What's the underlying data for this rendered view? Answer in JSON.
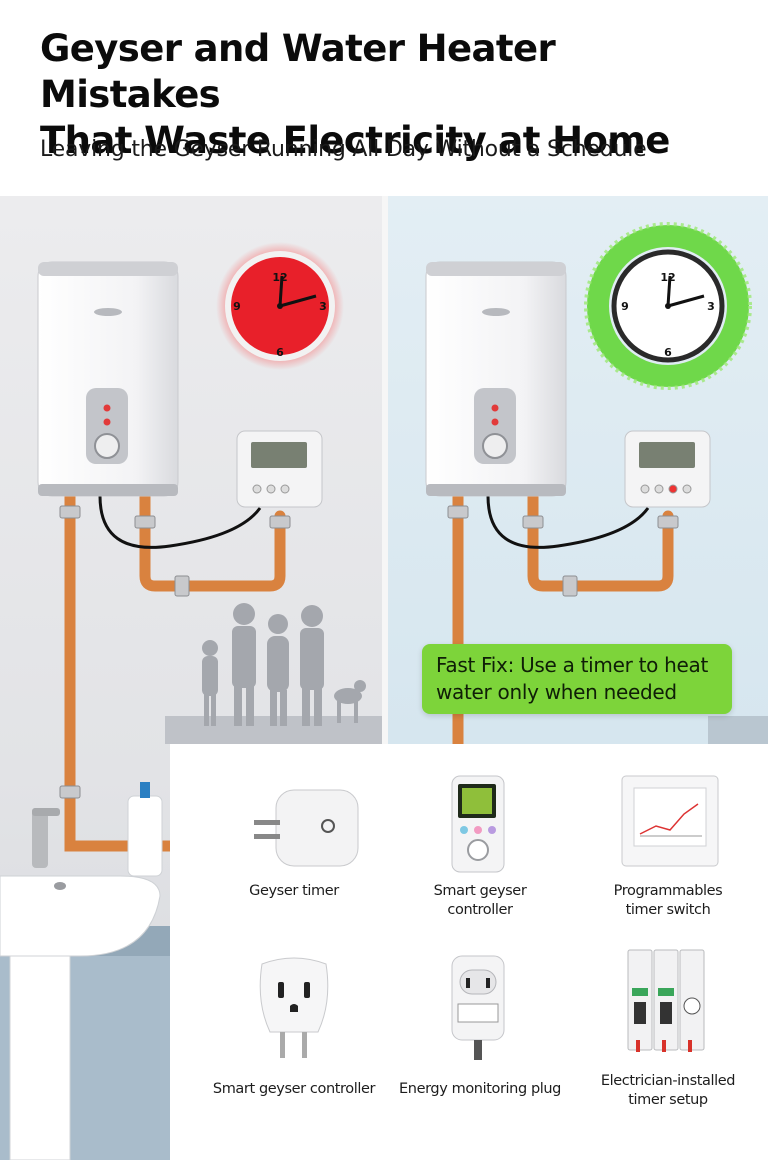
{
  "header": {
    "title_line1": "Geyser and Water Heater Mistakes",
    "title_line2": "That Waste Electricity at Home",
    "subtitle": "Leaving the Geyser Running All Day Without a Schedule"
  },
  "clock": {
    "numerals": [
      "12",
      "3",
      "6",
      "9"
    ]
  },
  "fast_fix": {
    "line1": "Fast Fix: Use a timer to heat",
    "line2": "water only when needed",
    "color": "#7dd43a"
  },
  "colors": {
    "bad_clock": "#e8202a",
    "good_ring": "#6fd84a",
    "pipe": "#d9823f"
  },
  "products": [
    {
      "line1": "Geyser timer",
      "line2": "",
      "icon": "plug-timer-icon"
    },
    {
      "line1": "Smart geyser",
      "line2": "controller",
      "icon": "smart-controller-icon"
    },
    {
      "line1": "Programmables",
      "line2": "timer switch",
      "icon": "timer-switch-icon"
    },
    {
      "line1": "Smart geyser controller",
      "line2": "",
      "icon": "smart-plug-icon"
    },
    {
      "line1": "Energy monitoring plug",
      "line2": "",
      "icon": "energy-plug-icon"
    },
    {
      "line1": "Electrician-installed",
      "line2": "timer setup",
      "icon": "breaker-timer-icon"
    }
  ]
}
